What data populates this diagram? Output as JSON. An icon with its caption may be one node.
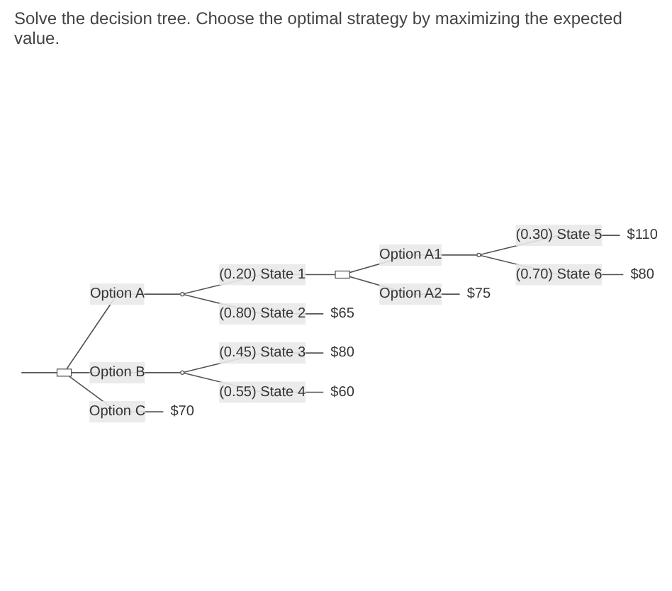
{
  "diagram": {
    "title": "Solve the decision tree. Choose the optimal strategy by maximizing the expected value.",
    "nodes": [
      {
        "text": [],
        "shape": "box"
      },
      {
        "text": [],
        "shape": "circle"
      },
      {
        "text": [],
        "shape": "box"
      },
      {
        "text": [],
        "shape": "circle"
      },
      {
        "text": [
          "$110"
        ]
      },
      {
        "text": [
          "$80"
        ]
      },
      {
        "text": [
          "$75"
        ]
      },
      {
        "text": [
          "$65"
        ]
      },
      {
        "text": [],
        "shape": "circle"
      },
      {
        "text": [
          "$80"
        ]
      },
      {
        "text": [
          "$60"
        ]
      },
      {
        "text": [
          "$70"
        ]
      }
    ],
    "edges": [
      {
        "from": null,
        "to": 0,
        "arrow": "none"
      },
      {
        "from": 0,
        "to": 1,
        "label": "Option A",
        "arrow": "none"
      },
      {
        "from": 1,
        "to": 2,
        "label": "(0.20) State 1",
        "arrow": "none"
      },
      {
        "from": 2,
        "to": 3,
        "label": "Option A1",
        "arrow": "none"
      },
      {
        "from": 3,
        "to": 4,
        "label": "(0.30) State 5",
        "arrow": "none"
      },
      {
        "from": 3,
        "to": 5,
        "label": "(0.70) State 6",
        "arrow": "none"
      },
      {
        "from": 2,
        "to": 6,
        "label": "Option A2",
        "arrow": "none"
      },
      {
        "from": 1,
        "to": 7,
        "label": "(0.80) State 2",
        "arrow": "none"
      },
      {
        "from": 0,
        "to": 8,
        "label": "Option B",
        "arrow": "none"
      },
      {
        "from": 8,
        "to": 9,
        "label": "(0.45) State 3",
        "arrow": "none"
      },
      {
        "from": 8,
        "to": 10,
        "label": "(0.55) State 4",
        "arrow": "none"
      },
      {
        "from": 0,
        "to": 11,
        "label": "Option C",
        "arrow": "none"
      }
    ]
  }
}
